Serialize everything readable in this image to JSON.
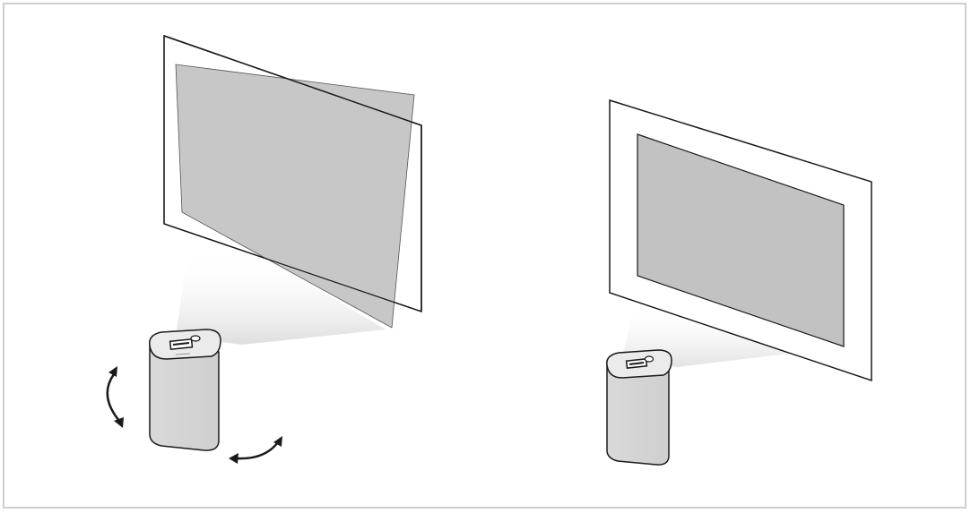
{
  "colors": {
    "border": "#cfcfcf",
    "screen_fill": "#c2c2c2",
    "outline": "#1a1a1a",
    "projector_body": "#d6d6d6",
    "beam": "#e6e6e6"
  },
  "panels": [
    {
      "name": "misaligned-projection",
      "rotation_arrows": 2
    },
    {
      "name": "aligned-projection",
      "rotation_arrows": 0
    }
  ]
}
